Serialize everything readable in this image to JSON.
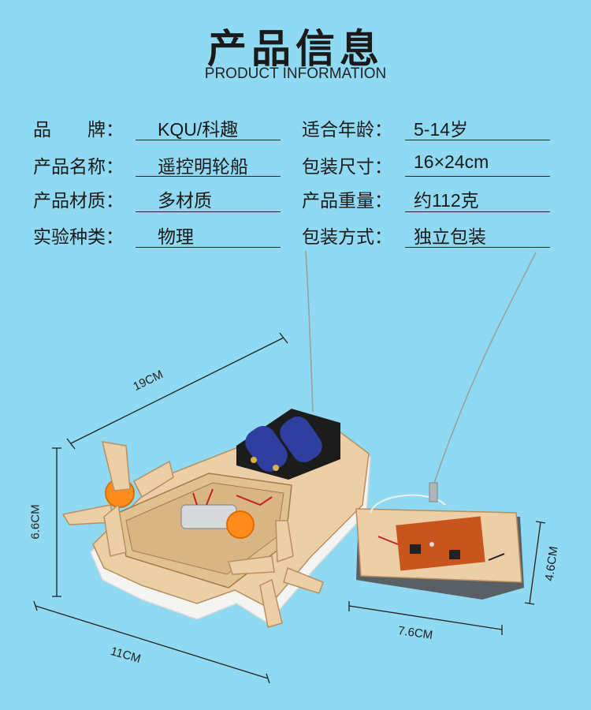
{
  "header": {
    "title": "产品信息",
    "subtitle": "PRODUCT INFORMATION"
  },
  "specs": {
    "left": [
      {
        "label": "品　　牌：",
        "value": "KQU/科趣"
      },
      {
        "label": "产品名称：",
        "value": "遥控明轮船"
      },
      {
        "label": "产品材质：",
        "value": "多材质"
      },
      {
        "label": "实验种类：",
        "value": "物理"
      }
    ],
    "right": [
      {
        "label": "适合年龄：",
        "value": "5-14岁"
      },
      {
        "label": "包装尺寸：",
        "value": "16×24cm"
      },
      {
        "label": "产品重量：",
        "value": "约112克"
      },
      {
        "label": "包装方式：",
        "value": "独立包装"
      }
    ]
  },
  "dimensions": {
    "boat_length": "19CM",
    "boat_height": "6.6CM",
    "boat_width": "11CM",
    "remote_width": "7.6CM",
    "remote_height": "4.6CM"
  },
  "colors": {
    "background": "#8fd9f2",
    "wood": "#eccfa6",
    "foam": "#f4f4f2",
    "battery": "#2e3fa0",
    "gear": "#ff8c1a",
    "pcb": "#c8541e"
  }
}
